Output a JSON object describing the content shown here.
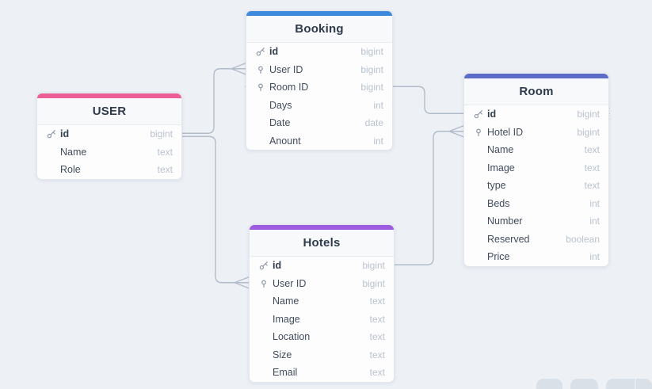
{
  "diagram": {
    "tables": [
      {
        "name": "USER",
        "accent": "#ec5e95",
        "fields": [
          {
            "name": "id",
            "type": "bigint",
            "key": "primary"
          },
          {
            "name": "Name",
            "type": "text",
            "key": "none"
          },
          {
            "name": "Role",
            "type": "text",
            "key": "none"
          }
        ]
      },
      {
        "name": "Booking",
        "accent": "#3d89dc",
        "fields": [
          {
            "name": "id",
            "type": "bigint",
            "key": "primary"
          },
          {
            "name": "User ID",
            "type": "bigint",
            "key": "foreign"
          },
          {
            "name": "Room ID",
            "type": "bigint",
            "key": "foreign"
          },
          {
            "name": "Days",
            "type": "int",
            "key": "none"
          },
          {
            "name": "Date",
            "type": "date",
            "key": "none"
          },
          {
            "name": "Anount",
            "type": "int",
            "key": "none"
          }
        ]
      },
      {
        "name": "Room",
        "accent": "#5d6cc6",
        "fields": [
          {
            "name": "id",
            "type": "bigint",
            "key": "primary"
          },
          {
            "name": "Hotel ID",
            "type": "bigint",
            "key": "foreign"
          },
          {
            "name": "Name",
            "type": "text",
            "key": "none"
          },
          {
            "name": "Image",
            "type": "text",
            "key": "none"
          },
          {
            "name": "type",
            "type": "text",
            "key": "none"
          },
          {
            "name": "Beds",
            "type": "int",
            "key": "none"
          },
          {
            "name": "Number",
            "type": "int",
            "key": "none"
          },
          {
            "name": "Reserved",
            "type": "boolean",
            "key": "none"
          },
          {
            "name": "Price",
            "type": "int",
            "key": "none"
          }
        ]
      },
      {
        "name": "Hotels",
        "accent": "#9d5ce0",
        "fields": [
          {
            "name": "id",
            "type": "bigint",
            "key": "primary"
          },
          {
            "name": "User ID",
            "type": "bigint",
            "key": "foreign"
          },
          {
            "name": "Name",
            "type": "text",
            "key": "none"
          },
          {
            "name": "Image",
            "type": "text",
            "key": "none"
          },
          {
            "name": "Location",
            "type": "text",
            "key": "none"
          },
          {
            "name": "Size",
            "type": "text",
            "key": "none"
          },
          {
            "name": "Email",
            "type": "text",
            "key": "none"
          }
        ]
      }
    ],
    "relationships": [
      {
        "from_table": "USER",
        "from_field": "id",
        "to_table": "Booking",
        "to_field": "User ID",
        "many_at": "to"
      },
      {
        "from_table": "USER",
        "from_field": "id",
        "to_table": "Hotels",
        "to_field": "User ID",
        "many_at": "to"
      },
      {
        "from_table": "Room",
        "from_field": "id",
        "to_table": "Booking",
        "to_field": "Room ID",
        "many_at": "to"
      },
      {
        "from_table": "Hotels",
        "from_field": "id",
        "to_table": "Room",
        "to_field": "Hotel ID",
        "many_at": "to"
      }
    ]
  },
  "colors": {
    "canvas_bg": "#edf1f6",
    "relationship_line": "#b3bcc9",
    "card_bg": "#fdfdfe",
    "title_bg": "#f7f9fb",
    "card_border": "#e3e7ec",
    "field_text": "#414c5d",
    "type_text": "#b9c2ce",
    "title_text": "#2f3a4d",
    "icon": "#8f99a8",
    "toolbar_button": "#d9e0e8"
  },
  "toolbar": {
    "buttons": [
      {
        "name": "toolbar-button-left"
      },
      {
        "name": "toolbar-button-middle"
      },
      {
        "name": "toolbar-button-right"
      }
    ]
  }
}
